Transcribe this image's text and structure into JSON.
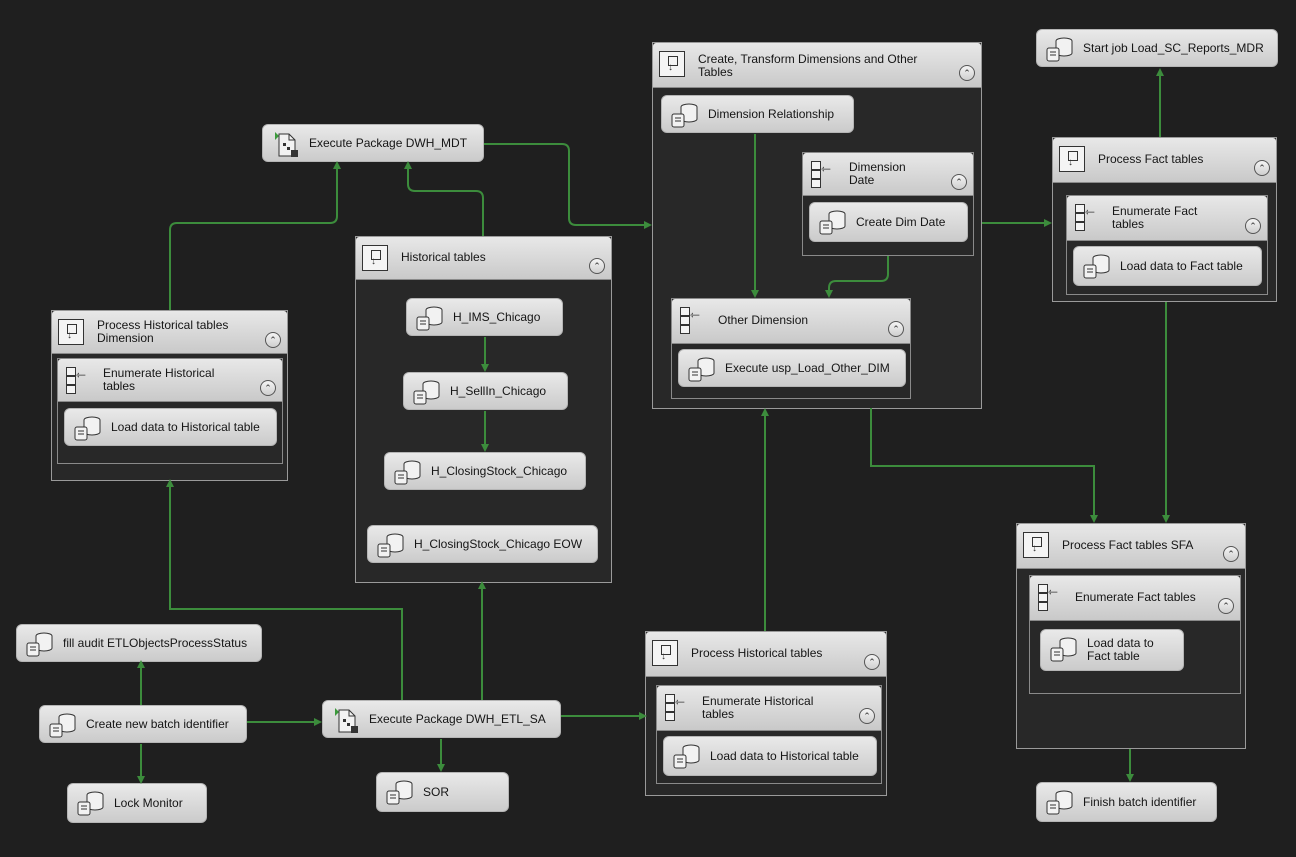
{
  "tasks": {
    "start_job": "Start job Load_SC_Reports_MDR",
    "exec_pkg_mdt": "Execute Package DWH_MDT",
    "dimension_relationship": "Dimension Relationship",
    "create_dim_date": "Create Dim Date",
    "execute_other_dim": "Execute usp_Load_Other_DIM",
    "h_ims": "H_IMS_Chicago",
    "h_sellin": "H_SellIn_Chicago",
    "h_closingstock": "H_ClosingStock_Chicago",
    "h_closingstock_eow": "H_ClosingStock_Chicago EOW",
    "load_hist_dim": "Load data to Historical table",
    "load_fact": "Load data to Fact table",
    "fill_audit": "fill audit ETLObjectsProcessStatus",
    "create_batch": "Create new batch identifier",
    "lock_monitor": "Lock Monitor",
    "exec_pkg_etl_sa": "Execute Package DWH_ETL_SA",
    "sor": "SOR",
    "load_hist": "Load data to Historical table",
    "load_fact_sfa": "Load data to\nFact table",
    "finish_batch": "Finish batch identifier"
  },
  "containers": {
    "create_transform": "Create, Transform Dimensions and Other\nTables",
    "dimension_date": "Dimension\nDate",
    "other_dimension": "Other Dimension",
    "process_fact": "Process Fact tables",
    "enumerate_fact": "Enumerate Fact\ntables",
    "historical_tables": "Historical tables",
    "process_hist_dim": "Process Historical tables\nDimension",
    "enumerate_hist_dim": "Enumerate Historical\ntables",
    "process_fact_sfa": "Process Fact tables SFA",
    "enumerate_fact_sfa": "Enumerate Fact tables",
    "process_hist": "Process Historical tables",
    "enumerate_hist": "Enumerate Historical\ntables"
  },
  "colors": {
    "background": "#1f1f1f",
    "arrow": "#3c8c3c",
    "task_fill": "#d9d9d9",
    "container_fill": "#282828"
  },
  "icons": {
    "task": "sql-task-icon",
    "package": "execute-package-icon",
    "sequence": "sequence-container-icon",
    "foreach": "foreach-loop-icon",
    "collapse": "collapse-chevron-icon"
  }
}
